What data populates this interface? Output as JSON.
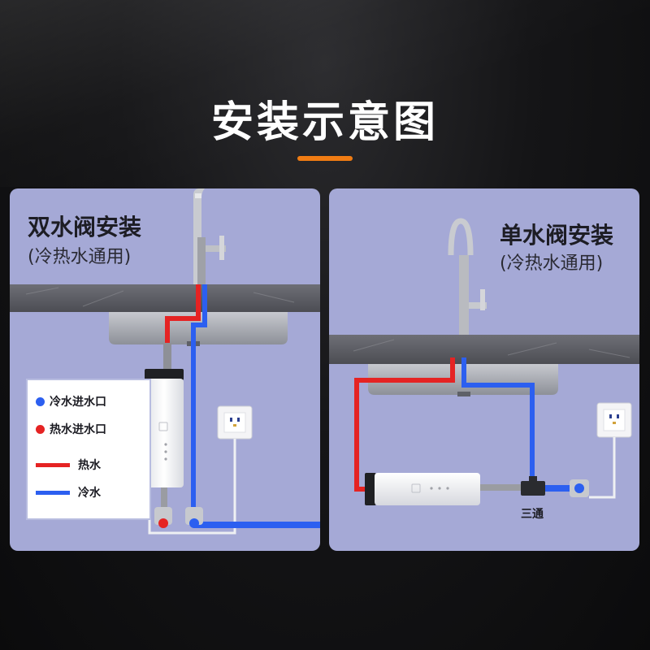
{
  "page": {
    "title": "安装示意图"
  },
  "panels": [
    {
      "title": "双水阀安装",
      "subtitle": "(冷热水通用)",
      "legend": {
        "items": [
          {
            "label": "冷水进水口",
            "kind": "dot",
            "color": "#2c5ff0"
          },
          {
            "label": "热水进水口",
            "kind": "dot",
            "color": "#e52323"
          },
          {
            "label": "热水",
            "kind": "line",
            "color": "#e52323"
          },
          {
            "label": "冷水",
            "kind": "line",
            "color": "#2c5ff0"
          }
        ]
      }
    },
    {
      "title": "单水阀安装",
      "subtitle": "(冷热水通用)",
      "tee_label": "三通"
    }
  ],
  "colors": {
    "accent": "#f07c13",
    "hot_pipe": "#e52323",
    "cold_pipe": "#2c5ff0",
    "panel_bg": "#a5a9d6",
    "background": "#141416"
  },
  "icons": [
    "faucet-icon",
    "sink-icon",
    "water-heater-icon",
    "valve-icon",
    "socket-icon",
    "tee-connector-icon"
  ]
}
